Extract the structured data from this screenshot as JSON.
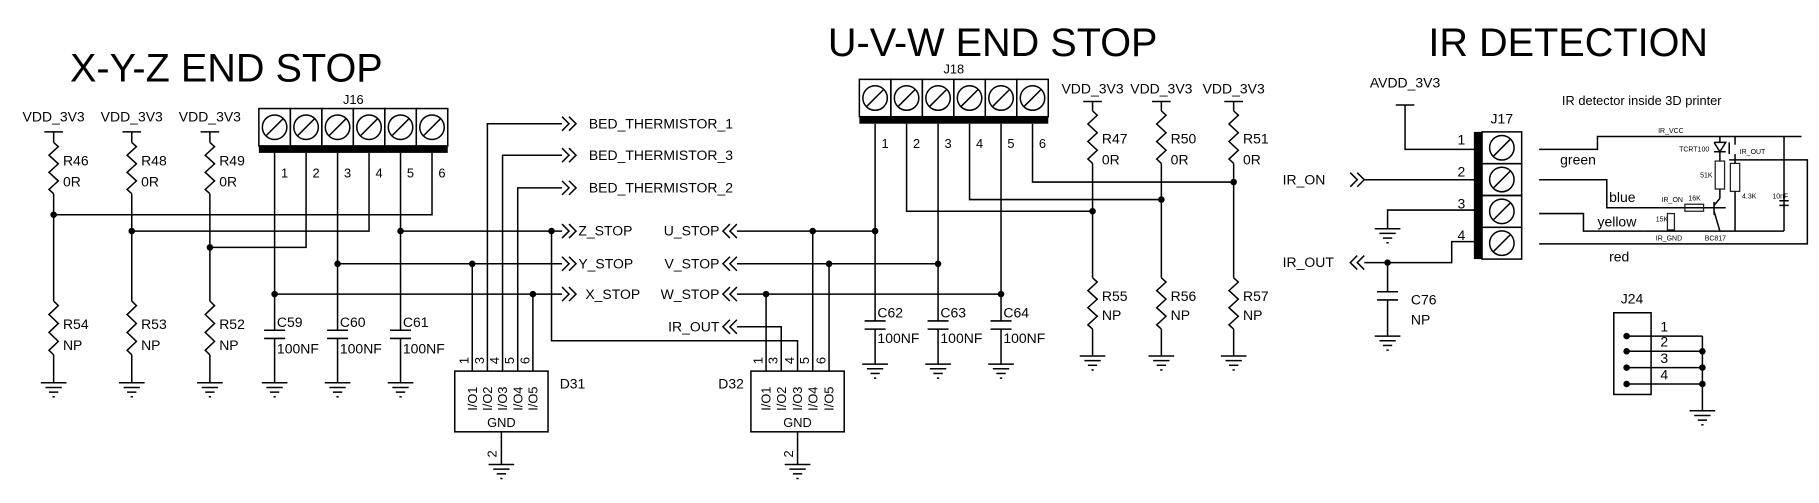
{
  "titles": {
    "xyz": "X-Y-Z END STOP",
    "uvw": "U-V-W END STOP",
    "ir": "IR DETECTION"
  },
  "xyz": {
    "connector": "J16",
    "pins": [
      "1",
      "2",
      "3",
      "4",
      "5",
      "6"
    ],
    "power": "VDD_3V3",
    "pullups": [
      {
        "ref": "R46",
        "value": "0R"
      },
      {
        "ref": "R48",
        "value": "0R"
      },
      {
        "ref": "R49",
        "value": "0R"
      }
    ],
    "pulldowns": [
      {
        "ref": "R54",
        "value": "NP"
      },
      {
        "ref": "R53",
        "value": "NP"
      },
      {
        "ref": "R52",
        "value": "NP"
      }
    ],
    "caps": [
      {
        "ref": "C59",
        "value": "100NF"
      },
      {
        "ref": "C60",
        "value": "100NF"
      },
      {
        "ref": "C61",
        "value": "100NF"
      }
    ],
    "nets": {
      "bed1": "BED_THERMISTOR_1",
      "bed3": "BED_THERMISTOR_3",
      "bed2": "BED_THERMISTOR_2",
      "z": "Z_STOP",
      "y": "Y_STOP",
      "x": "X_STOP"
    },
    "tvs": {
      "ref": "D31",
      "pins": [
        "1",
        "3",
        "4",
        "5",
        "6"
      ],
      "io": [
        "I/O1",
        "I/O2",
        "I/O3",
        "I/O4",
        "I/O5"
      ],
      "gnd": "GND",
      "gnd_pin": "2"
    }
  },
  "uvw": {
    "connector": "J18",
    "pins": [
      "1",
      "2",
      "3",
      "4",
      "5",
      "6"
    ],
    "power": "VDD_3V3",
    "pullups": [
      {
        "ref": "R47",
        "value": "0R"
      },
      {
        "ref": "R50",
        "value": "0R"
      },
      {
        "ref": "R51",
        "value": "0R"
      }
    ],
    "pulldowns": [
      {
        "ref": "R55",
        "value": "NP"
      },
      {
        "ref": "R56",
        "value": "NP"
      },
      {
        "ref": "R57",
        "value": "NP"
      }
    ],
    "caps": [
      {
        "ref": "C62",
        "value": "100NF"
      },
      {
        "ref": "C63",
        "value": "100NF"
      },
      {
        "ref": "C64",
        "value": "100NF"
      }
    ],
    "nets": {
      "u": "U_STOP",
      "v": "V_STOP",
      "w": "W_STOP",
      "ir_out": "IR_OUT"
    },
    "tvs": {
      "ref": "D32",
      "pins": [
        "1",
        "3",
        "4",
        "5",
        "6"
      ],
      "io": [
        "I/O1",
        "I/O2",
        "I/O3",
        "I/O4",
        "I/O5"
      ],
      "gnd": "GND",
      "gnd_pin": "2"
    }
  },
  "ir": {
    "power": "AVDD_3V3",
    "connector": "J17",
    "pins": [
      "1",
      "2",
      "3",
      "4"
    ],
    "nets": {
      "ir_on": "IR_ON",
      "ir_out": "IR_OUT"
    },
    "cap": {
      "ref": "C76",
      "value": "NP"
    },
    "detector": {
      "caption": "IR detector inside 3D printer",
      "wires": [
        "green",
        "blue",
        "yellow",
        "red"
      ],
      "labels": {
        "vcc": "IR_VCC",
        "sensor": "TCRT100",
        "out": "IR_OUT",
        "r1": "51K",
        "r2": "4.3K",
        "c": "10nF",
        "in": "IR_ON",
        "rb": "16K",
        "rp": "15K",
        "gnd": "IR_GND",
        "q": "BC817"
      }
    },
    "header": {
      "ref": "J24",
      "pins": [
        "1",
        "2",
        "3",
        "4"
      ]
    }
  }
}
